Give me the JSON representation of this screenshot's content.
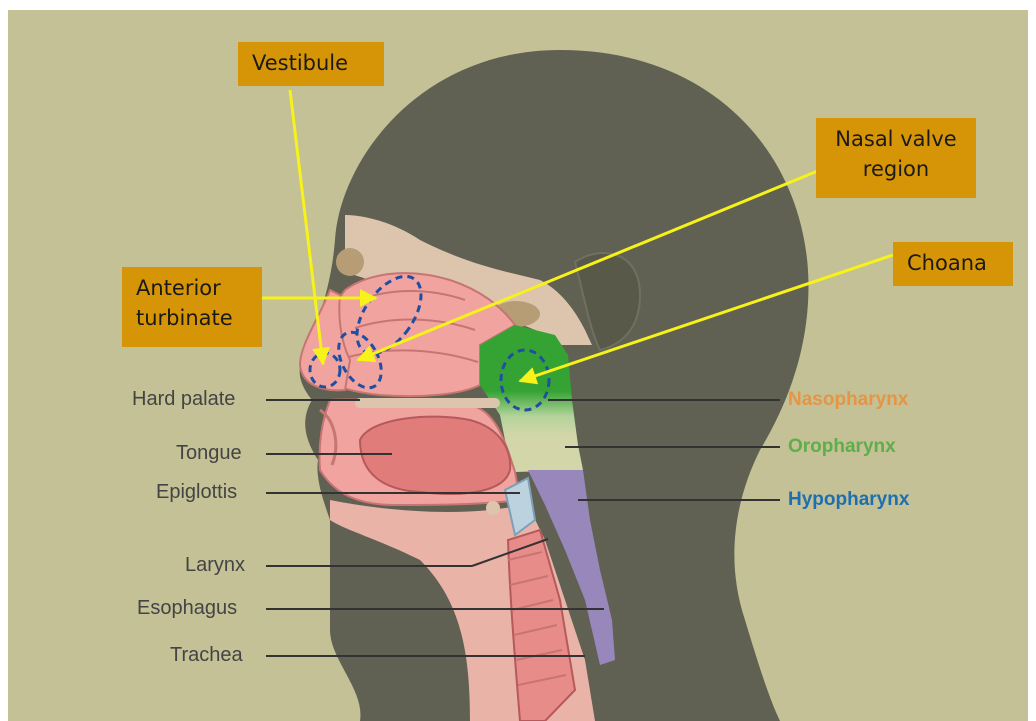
{
  "callouts": {
    "vestibule": "Vestibule",
    "nasal_valve": [
      "Nasal valve",
      "region"
    ],
    "choana": "Choana",
    "anterior_turbinate": [
      "Anterior",
      "turbinate"
    ]
  },
  "left_labels": [
    "Hard palate",
    "Tongue",
    "Epiglottis",
    "Larynx",
    "Esophagus",
    "Trachea"
  ],
  "right_labels": [
    {
      "text": "Nasopharynx",
      "color": "#e39645"
    },
    {
      "text": "Oropharynx",
      "color": "#5fae4a"
    },
    {
      "text": "Hypopharynx",
      "color": "#1f6fb0"
    }
  ],
  "colors": {
    "background": "#c3c195",
    "head": "#606152",
    "callout": "#d69506",
    "arrow": "#f7f219",
    "tissue": "#f1a3a0",
    "bone": "#ddc5ad",
    "nasopharynx": "#35a334",
    "oropharynx": "#b3d39b",
    "hypopharynx": "#9887bb",
    "marker": "#1f4fa0"
  }
}
